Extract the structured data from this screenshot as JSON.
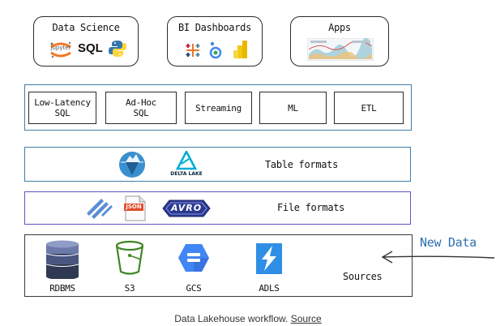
{
  "consumers": [
    {
      "title": "Data Science",
      "sql_label": "SQL",
      "jupyter_label": "jupyter"
    },
    {
      "title": "BI Dashboards"
    },
    {
      "title": "Apps"
    }
  ],
  "engines": [
    "Low-Latency\nSQL",
    "Ad-Hoc\nSQL",
    "Streaming",
    "ML",
    "ETL"
  ],
  "table_layer": {
    "label": "Table formats",
    "delta_label": "DELTA LAKE"
  },
  "file_layer": {
    "label": "File formats",
    "json_label": "JSON",
    "avro_label": "AVRO"
  },
  "sources_layer": {
    "label": "Sources",
    "items": [
      "RDBMS",
      "S3",
      "GCS",
      "ADLS"
    ]
  },
  "new_data_label": "New Data",
  "caption": {
    "text": "Data Lakehouse workflow. ",
    "link": "Source"
  },
  "colors": {
    "engine_border": "#3d7ea6",
    "file_border": "#5a55c8",
    "new_data": "#2f6fb0"
  }
}
